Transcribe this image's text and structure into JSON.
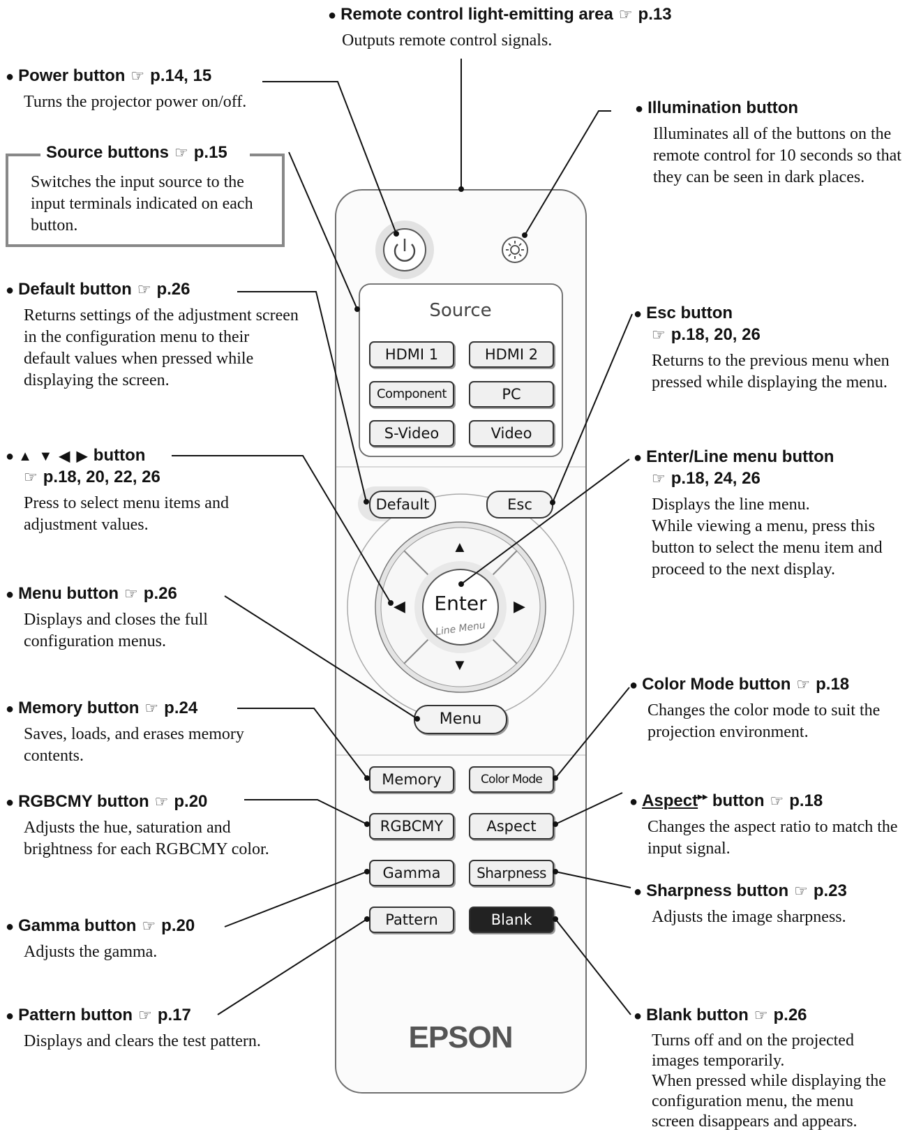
{
  "remote": {
    "power_symbol": "⏻",
    "illumination_symbol": "☼",
    "source_title": "Source",
    "source_buttons": [
      "HDMI 1",
      "HDMI 2",
      "Component",
      "PC",
      "S-Video",
      "Video"
    ],
    "default_label": "Default",
    "esc_label": "Esc",
    "enter_label": "Enter",
    "line_menu_label": "Line Menu",
    "menu_label": "Menu",
    "memory_label": "Memory",
    "color_mode_label": "Color Mode",
    "rgbcmy_label": "RGBCMY",
    "aspect_label": "Aspect",
    "gamma_label": "Gamma",
    "sharpness_label": "Sharpness",
    "pattern_label": "Pattern",
    "blank_label": "Blank",
    "brand": "EPSON",
    "arrow_up": "▲",
    "arrow_down": "▼",
    "arrow_left": "◀",
    "arrow_right": "▶"
  },
  "callouts": {
    "remote_area": {
      "title": "Remote control light-emitting area",
      "ref": "p.13",
      "desc": "Outputs remote control signals."
    },
    "power": {
      "title": "Power button",
      "ref": "p.14, 15",
      "desc": "Turns the projector power on/off."
    },
    "illumination": {
      "title": "Illumination button",
      "desc": "Illuminates all of the buttons on the remote control for 10 seconds so that they can be seen in dark places."
    },
    "source": {
      "title": "Source buttons",
      "ref": "p.15",
      "desc": "Switches the input source to the input terminals indicated on each button."
    },
    "default": {
      "title": "Default button",
      "ref": "p.26",
      "desc": "Returns settings of the adjustment screen in the configuration menu to their default values when pressed while displaying the screen."
    },
    "esc": {
      "title": "Esc button",
      "ref": "p.18, 20, 26",
      "desc": "Returns to the previous menu when pressed while displaying the menu."
    },
    "arrows": {
      "symbols": "▲ ▼ ◀ ▶",
      "title": "button",
      "ref": "p.18, 20, 22, 26",
      "desc": "Press to select menu items and adjustment values."
    },
    "enter": {
      "title": "Enter/Line menu button",
      "ref": "p.18, 24, 26",
      "desc1": "Displays the line menu.",
      "desc2": "While viewing a menu, press this button to select the menu item and proceed to the next display."
    },
    "menu": {
      "title": "Menu button",
      "ref": "p.26",
      "desc": "Displays and closes the full configuration menus."
    },
    "color_mode": {
      "title": "Color Mode button",
      "ref": "p.18",
      "desc": "Changes the color mode to suit the projection environment."
    },
    "memory": {
      "title": "Memory button",
      "ref": "p.24",
      "desc": "Saves, loads, and erases memory contents."
    },
    "aspect": {
      "title_link": "Aspect",
      "title_rest": "button",
      "ref": "p.18",
      "desc": "Changes the aspect ratio to match the input signal."
    },
    "rgbcmy": {
      "title": "RGBCMY button",
      "ref": "p.20",
      "desc": "Adjusts the hue, saturation and brightness for each RGBCMY color."
    },
    "sharpness": {
      "title": "Sharpness button",
      "ref": "p.23",
      "desc": "Adjusts the image sharpness."
    },
    "gamma": {
      "title": "Gamma button",
      "ref": "p.20",
      "desc": "Adjusts the gamma."
    },
    "pattern": {
      "title": "Pattern button",
      "ref": "p.17",
      "desc": "Displays and clears the test pattern."
    },
    "blank": {
      "title": "Blank button",
      "ref": "p.26",
      "desc1": "Turns off and on the projected images temporarily.",
      "desc2": "When pressed while displaying the configuration menu, the menu screen disappears and appears."
    }
  },
  "colors": {
    "remote_body": "#fbfbfb",
    "remote_outline": "#777777",
    "blank_button": "#222222",
    "frame_gray": "#888888"
  }
}
